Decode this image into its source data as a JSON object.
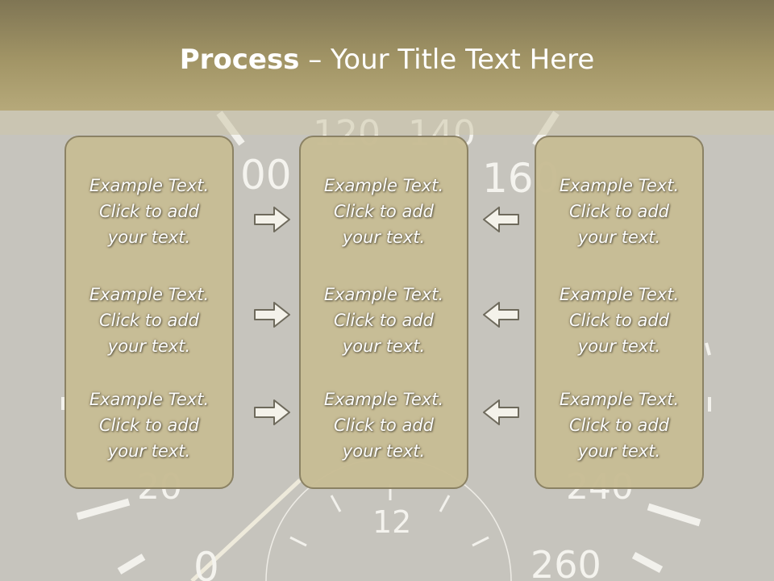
{
  "slide": {
    "title_bold": "Process",
    "title_rest": " – Your Title Text Here"
  },
  "gauge": {
    "numbers": [
      "120",
      "140",
      "00",
      "160",
      "20",
      "240",
      "0",
      "260",
      "12"
    ]
  },
  "columns": [
    {
      "items": [
        {
          "line1": "Example Text.",
          "line2": "Click  to add",
          "line3": "your text."
        },
        {
          "line1": "Example Text.",
          "line2": "Click  to add",
          "line3": "your text."
        },
        {
          "line1": "Example Text.",
          "line2": "Click  to add",
          "line3": "your text."
        }
      ]
    },
    {
      "items": [
        {
          "line1": "Example Text.",
          "line2": "Click  to add",
          "line3": "your text."
        },
        {
          "line1": "Example Text.",
          "line2": "Click  to add",
          "line3": "your text."
        },
        {
          "line1": "Example Text.",
          "line2": "Click  to add",
          "line3": "your text."
        }
      ]
    },
    {
      "items": [
        {
          "line1": "Example Text.",
          "line2": "Click  to add",
          "line3": "your text."
        },
        {
          "line1": "Example Text.",
          "line2": "Click  to add",
          "line3": "your text."
        },
        {
          "line1": "Example Text.",
          "line2": "Click  to add",
          "line3": "your text."
        }
      ]
    }
  ],
  "arrows": {
    "left_group": "arrow-right-icon",
    "right_group": "arrow-left-icon"
  },
  "colors": {
    "panel_fill": "#c8bd95",
    "panel_border": "#8a8062",
    "header_dark": "#7f7554",
    "background": "#c6c4bd"
  }
}
